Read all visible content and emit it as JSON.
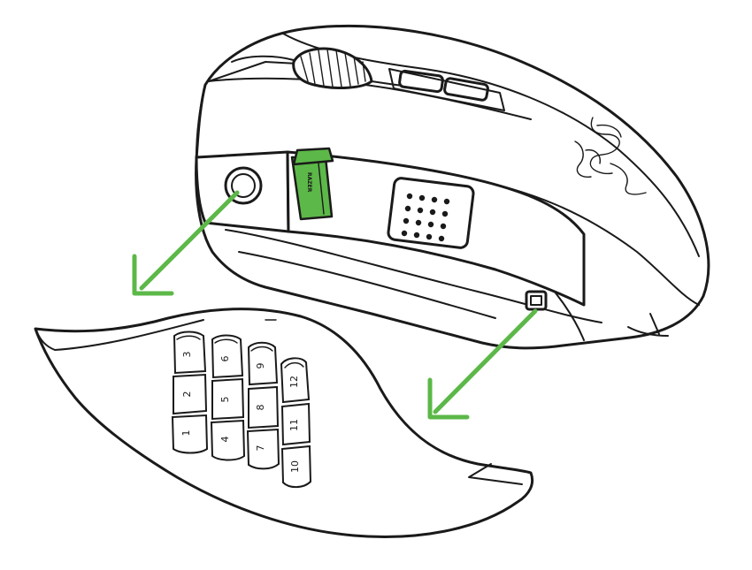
{
  "diagram": {
    "side_plate_keys": [
      "1",
      "2",
      "3",
      "4",
      "5",
      "6",
      "7",
      "8",
      "9",
      "10",
      "11",
      "12"
    ],
    "dongle_logo_text": "RAZER",
    "arrow_color": "#5cb848",
    "line_color": "#1a1a1a"
  }
}
